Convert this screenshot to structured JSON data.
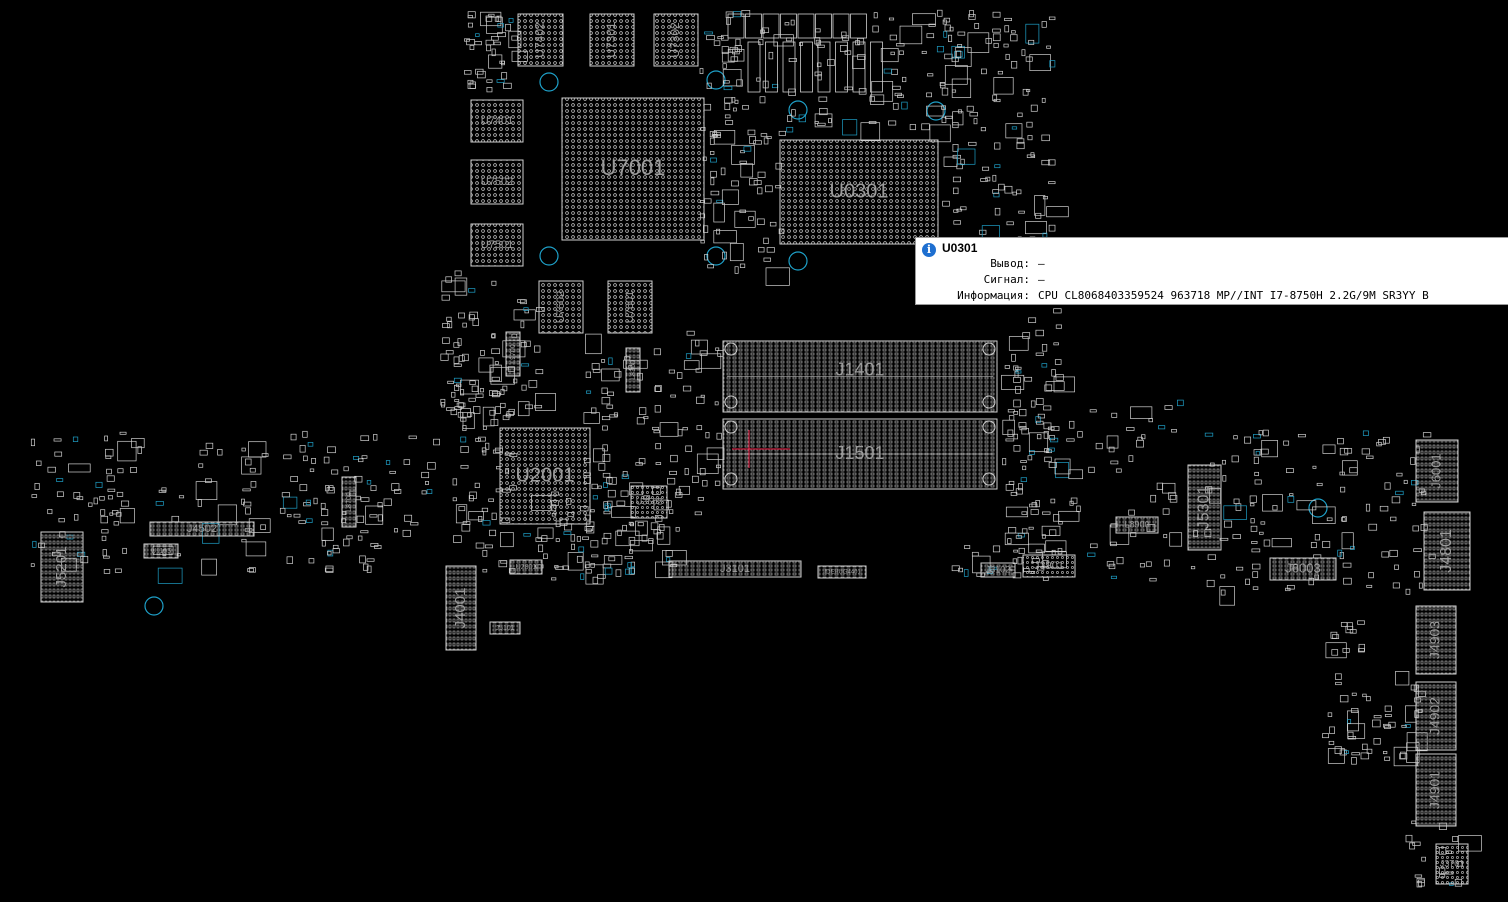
{
  "board": {
    "background": "#000000",
    "outline_color": "#d0d0d0",
    "label_color": "#9a9a9a",
    "via_color": "#1ea0c8",
    "components": [
      {
        "ref": "U7402"
      },
      {
        "ref": "U7301"
      },
      {
        "ref": "U7302"
      },
      {
        "ref": "U7401"
      },
      {
        "ref": "U7502"
      },
      {
        "ref": "U7501"
      },
      {
        "ref": "U7001"
      },
      {
        "ref": "U0301"
      },
      {
        "ref": "U7602"
      },
      {
        "ref": "U7601"
      },
      {
        "ref": "J1401"
      },
      {
        "ref": "J1501"
      },
      {
        "ref": "U2001"
      },
      {
        "ref": "U3502"
      },
      {
        "ref": "J4502"
      },
      {
        "ref": "J5201"
      },
      {
        "ref": "J4001"
      },
      {
        "ref": "J3101"
      },
      {
        "ref": "J3102"
      },
      {
        "ref": "J3901"
      },
      {
        "ref": "J5301"
      },
      {
        "ref": "J6001"
      },
      {
        "ref": "J4801"
      },
      {
        "ref": "J6003"
      },
      {
        "ref": "J4903"
      },
      {
        "ref": "J4902"
      },
      {
        "ref": "J4901"
      },
      {
        "ref": "J3701"
      },
      {
        "ref": "L8900"
      },
      {
        "ref": "U1105"
      },
      {
        "ref": "U2801"
      },
      {
        "ref": "J5101"
      },
      {
        "ref": "L8700"
      },
      {
        "ref": "JDEBUG4401"
      },
      {
        "ref": "L8300"
      },
      {
        "ref": "L9700"
      }
    ]
  },
  "tooltip": {
    "icon": "info-icon",
    "title": "U0301",
    "rows": [
      {
        "key": "Вывод:",
        "value": "—"
      },
      {
        "key": "Сигнал:",
        "value": "—"
      },
      {
        "key": "Информация:",
        "value": "CPU CL8068403359524 963718 MP//INT I7-8750H 2.2G/9M SR3YY B"
      }
    ]
  }
}
